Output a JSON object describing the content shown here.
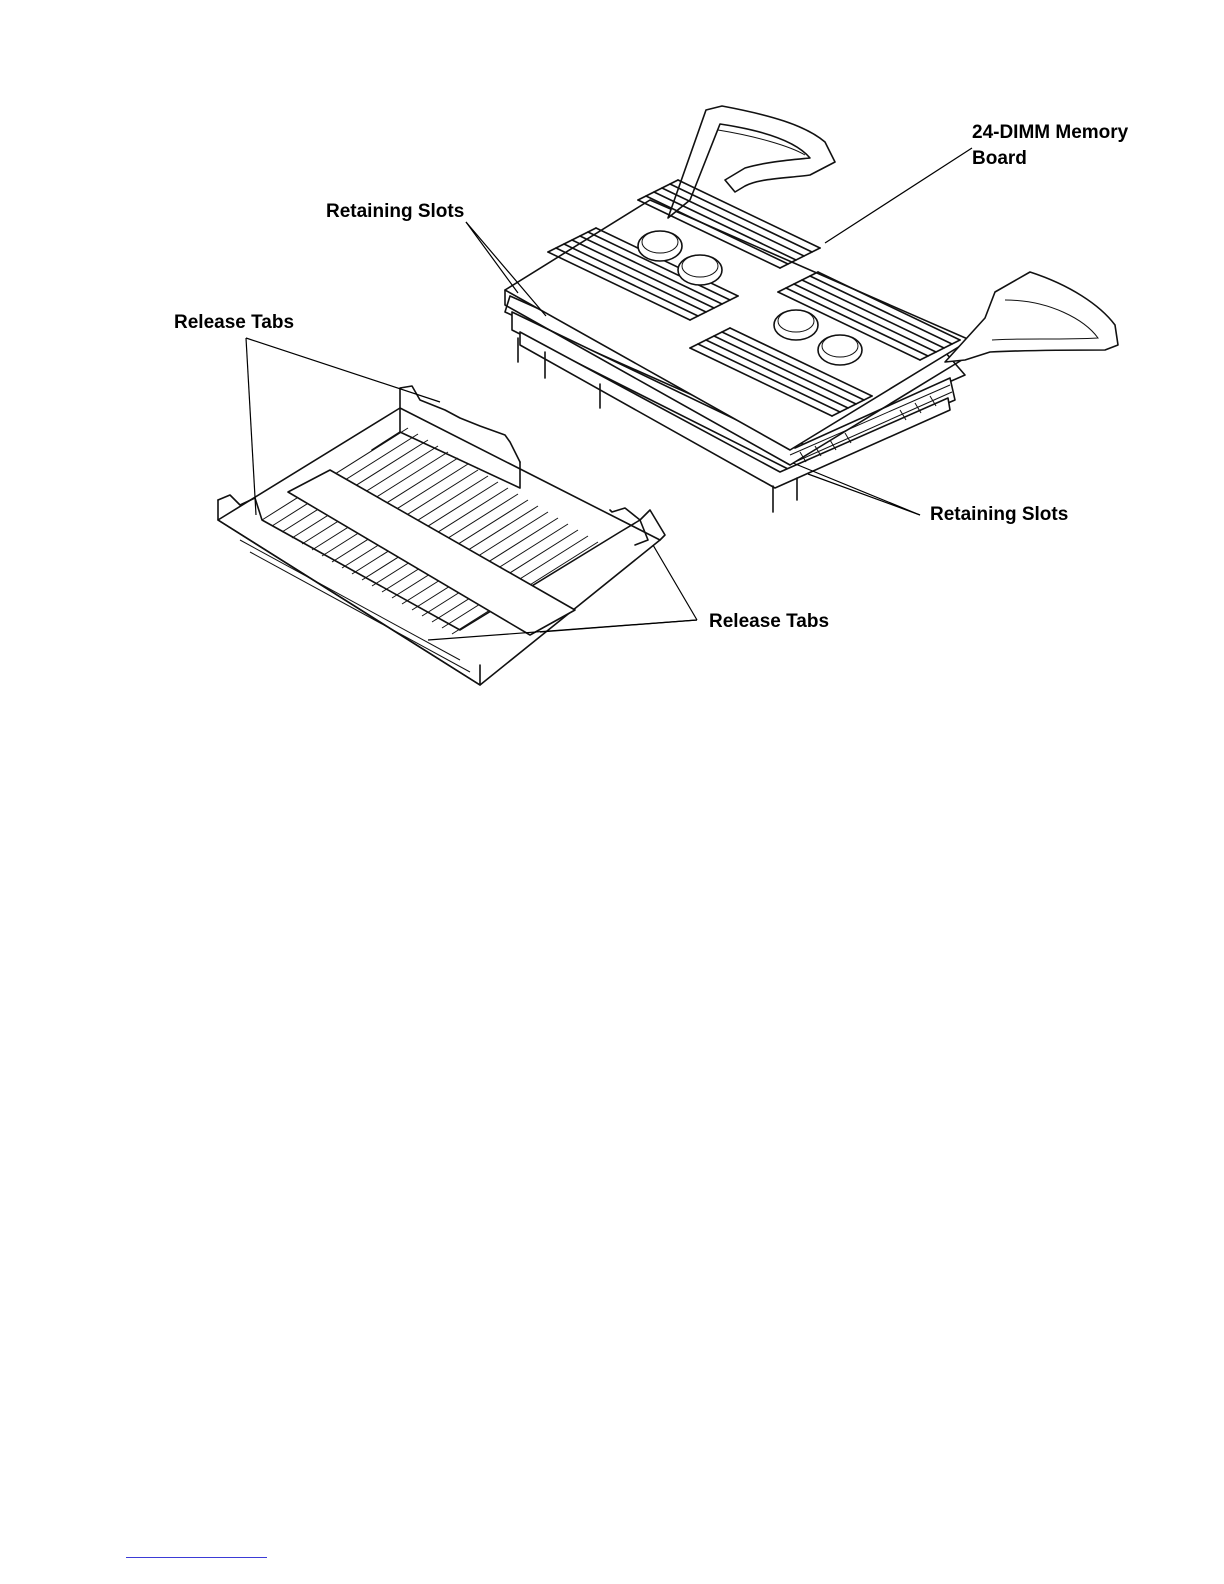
{
  "callouts": {
    "memory_board_line1": "24-DIMM Memory",
    "memory_board_line2": "Board",
    "retaining_slots_top": "Retaining Slots",
    "release_tabs_left": "Release Tabs",
    "retaining_slots_bottom": "Retaining Slots",
    "release_tabs_bottom": "Release Tabs"
  }
}
